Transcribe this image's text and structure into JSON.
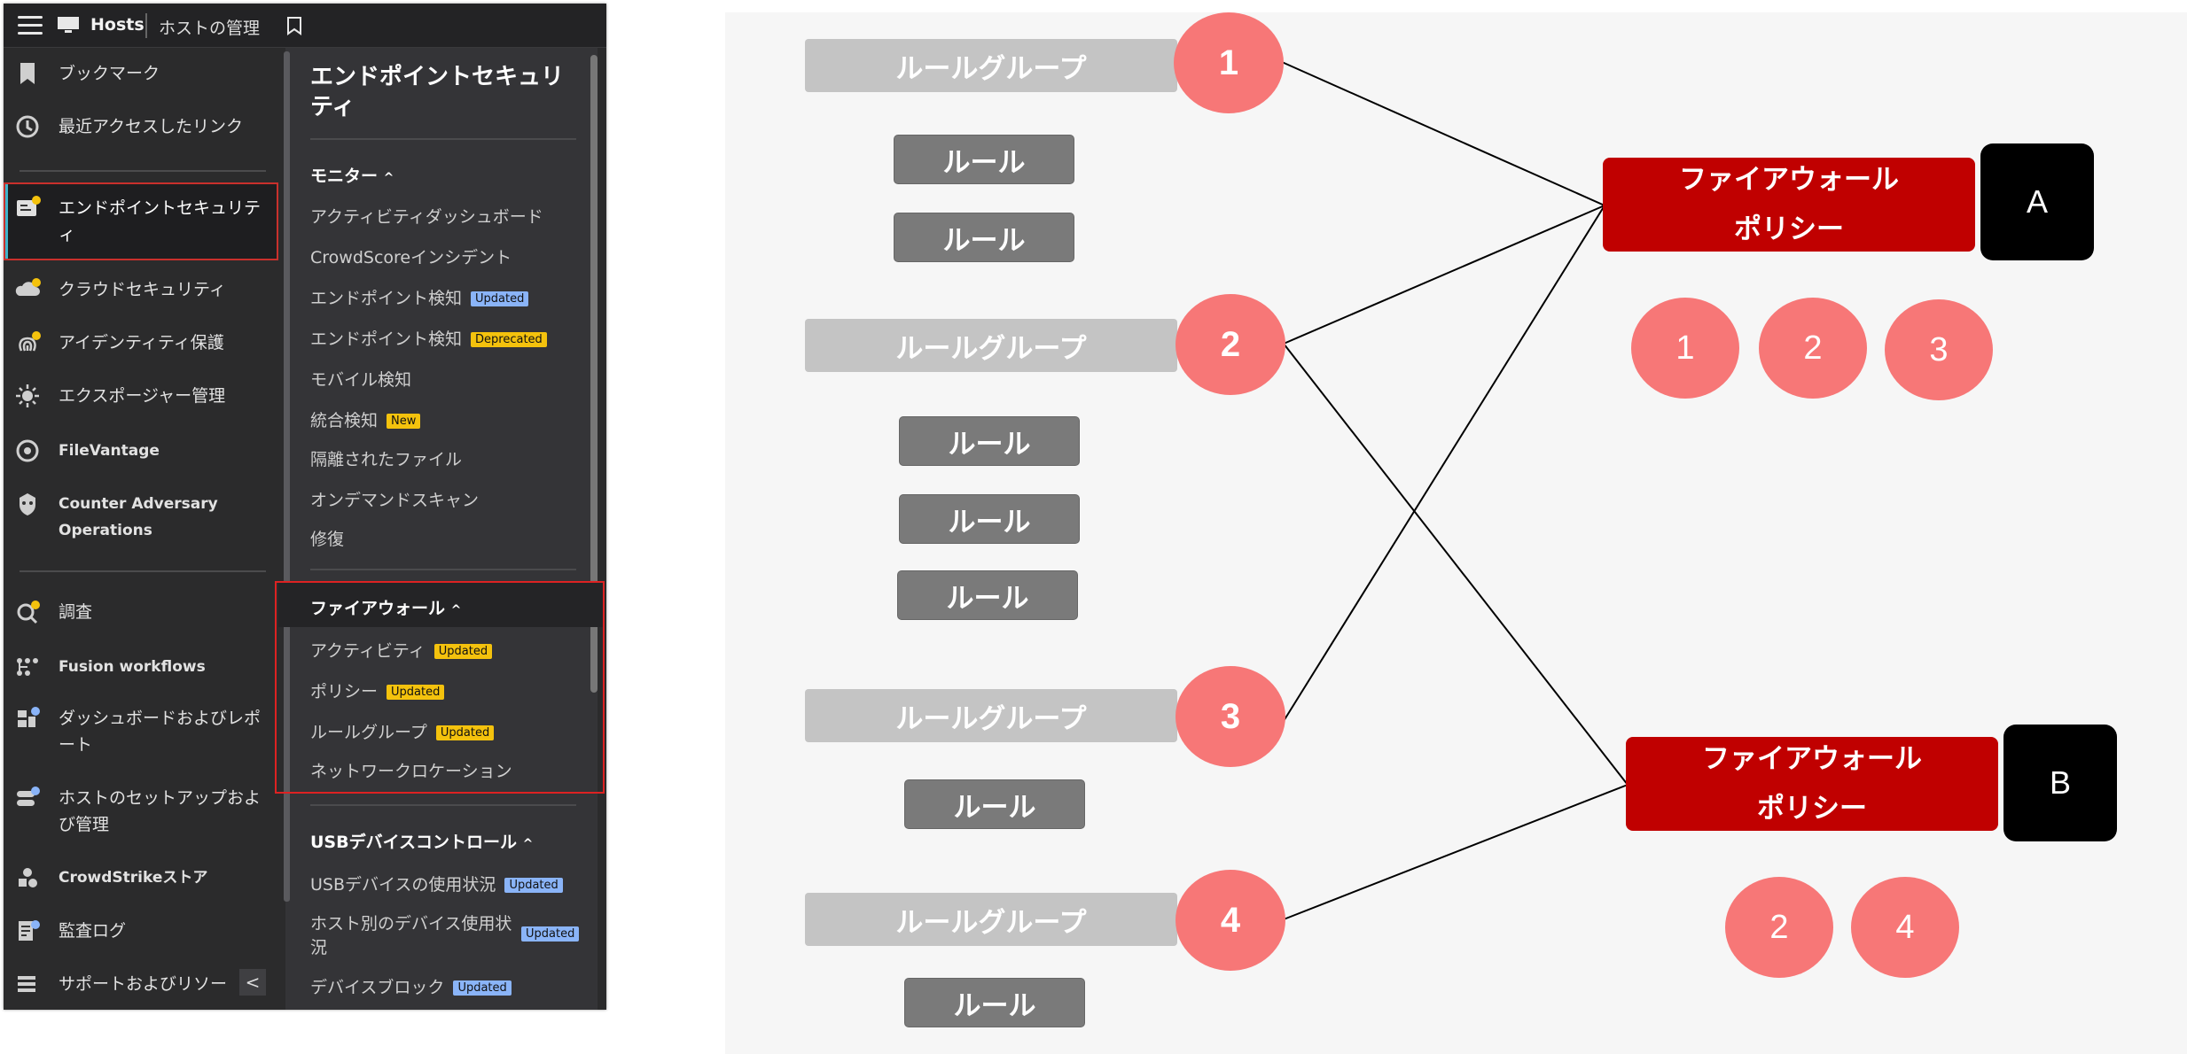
{
  "topbar": {
    "title": "Hosts",
    "subtitle": "ホストの管理"
  },
  "nav": {
    "items": [
      {
        "label": "ブックマーク"
      },
      {
        "label": "最近アクセスしたリンク"
      },
      {
        "label": "エンドポイントセキュリティ"
      },
      {
        "label": "クラウドセキュリティ"
      },
      {
        "label": "アイデンティティ保護"
      },
      {
        "label": "エクスポージャー管理"
      },
      {
        "label": "FileVantage"
      },
      {
        "label": "Counter Adversary Operations"
      },
      {
        "label": "調査"
      },
      {
        "label": "Fusion workflows"
      },
      {
        "label": "ダッシュボードおよびレポート"
      },
      {
        "label": "ホストのセットアップおよび管理"
      },
      {
        "label": "CrowdStrikeストア"
      },
      {
        "label": "監査ログ"
      },
      {
        "label": "サポートおよびリソー"
      }
    ],
    "collapse_glyph": "<"
  },
  "submenu": {
    "title": "エンドポイントセキュリティ",
    "monitor_header": "モニター",
    "monitor_items": [
      {
        "label": "アクティビティダッシュボード",
        "badge": ""
      },
      {
        "label": "CrowdScoreインシデント",
        "badge": ""
      },
      {
        "label": "エンドポイント検知",
        "badge": "Updated"
      },
      {
        "label": "エンドポイント検知",
        "badge": "Deprecated"
      },
      {
        "label": "モバイル検知",
        "badge": ""
      },
      {
        "label": "統合検知",
        "badge": "New"
      },
      {
        "label": "隔離されたファイル",
        "badge": ""
      },
      {
        "label": "オンデマンドスキャン",
        "badge": ""
      },
      {
        "label": "修復",
        "badge": ""
      }
    ],
    "firewall_header": "ファイアウォール",
    "firewall_items": [
      {
        "label": "アクティビティ",
        "badge": "Updated"
      },
      {
        "label": "ポリシー",
        "badge": "Updated"
      },
      {
        "label": "ルールグループ",
        "badge": "Updated"
      },
      {
        "label": "ネットワークロケーション",
        "badge": ""
      }
    ],
    "usb_header": "USBデバイスコントロール",
    "usb_items": [
      {
        "label": "USBデバイスの使用状況",
        "badge": "Updated"
      },
      {
        "label": "ホスト別のデバイス使用状況",
        "badge": "Updated"
      },
      {
        "label": "デバイスブロック",
        "badge": "Updated"
      }
    ],
    "caret": "^"
  },
  "diagram": {
    "rule_group_label": "ルールグループ",
    "rule_label": "ルール",
    "group_numbers": [
      "1",
      "2",
      "3",
      "4"
    ],
    "policy_line1": "ファイアウォール",
    "policy_line2": "ポリシー",
    "policy_a": "A",
    "policy_b": "B",
    "policy_a_groups": [
      "1",
      "2",
      "3"
    ],
    "policy_b_groups": [
      "2",
      "4"
    ],
    "colors": {
      "rule_group": "#c4c4c4",
      "rule": "#7a7a7a",
      "number": "#f77777",
      "policy": "#c00000",
      "label": "#000000"
    }
  }
}
